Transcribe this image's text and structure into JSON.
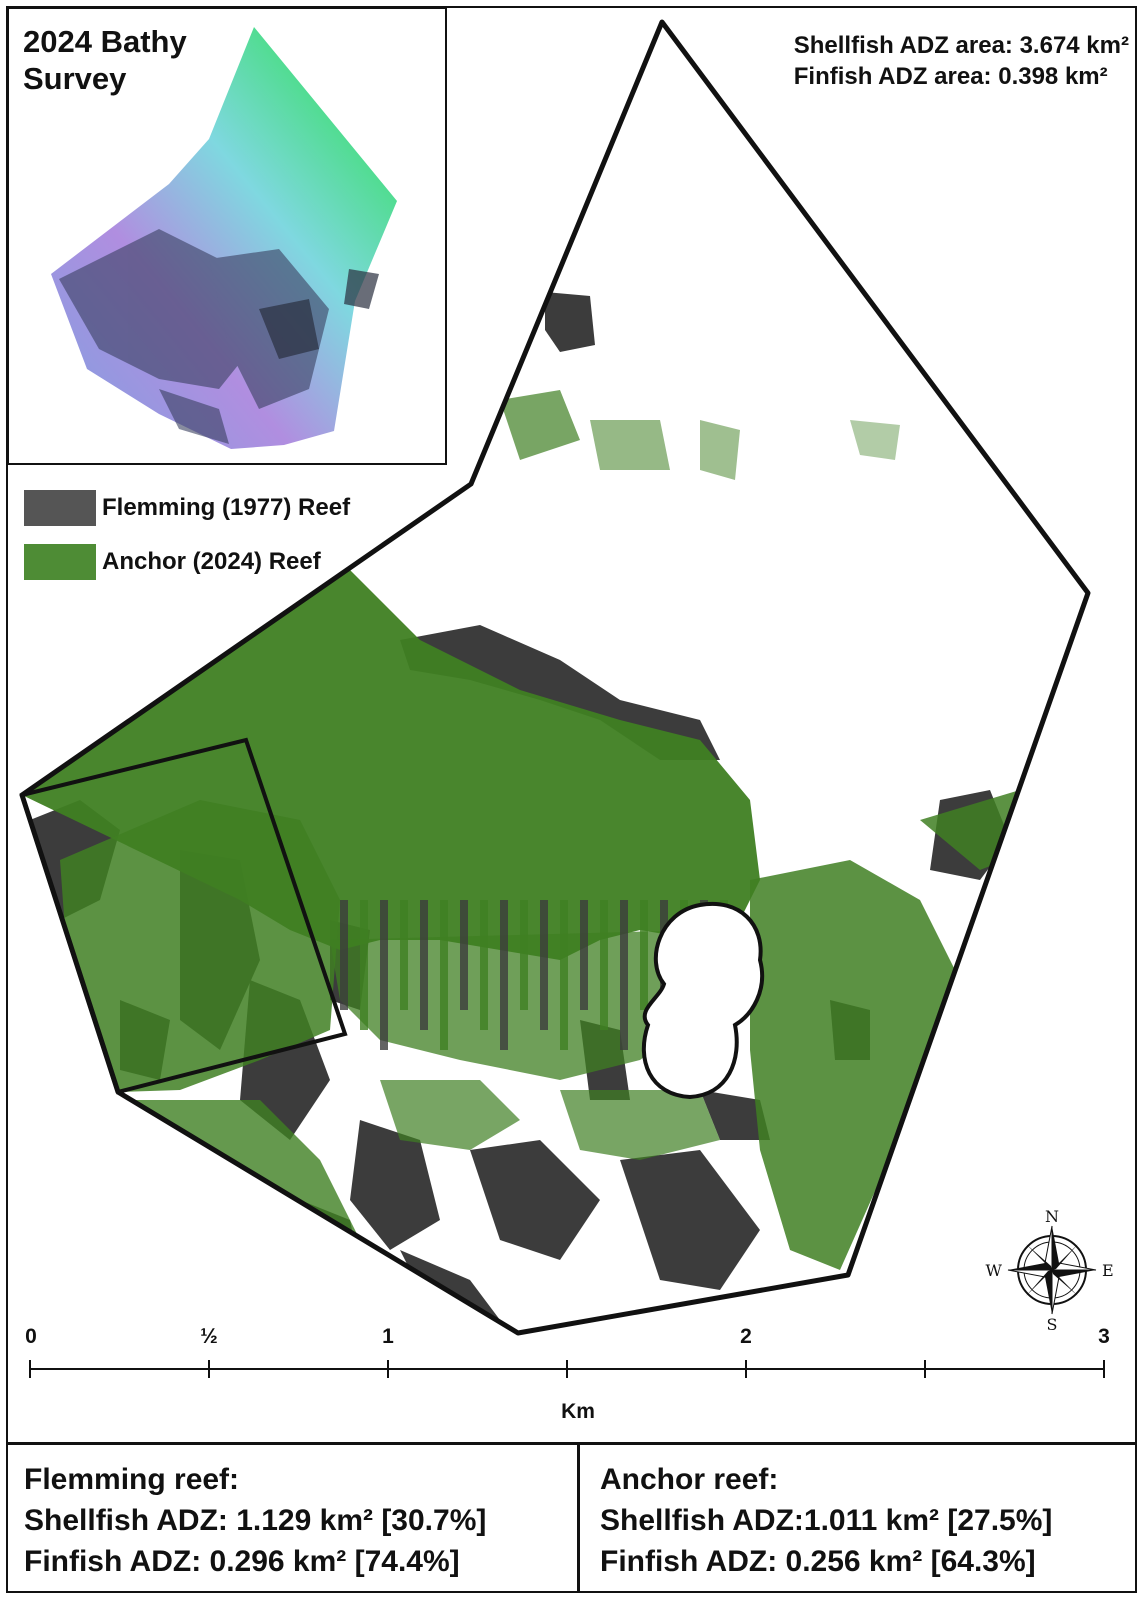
{
  "inset": {
    "title_line1": "2024 Bathy",
    "title_line2": "Survey"
  },
  "area_stats": {
    "shellfish": "Shellfish ADZ area: 3.674 km²",
    "finfish": "Finfish ADZ area: 0.398 km²"
  },
  "legend": [
    {
      "label": "Flemming (1977) Reef",
      "color": "#555555"
    },
    {
      "label": "Anchor (2024) Reef",
      "color": "#4e8c35"
    }
  ],
  "colors": {
    "flemming": "#3c3c3c",
    "anchor": "#3f7f22",
    "boundary": "#111111"
  },
  "scale_bar": {
    "ticks": [
      "0",
      "½",
      "1",
      "2",
      "3"
    ],
    "unit": "Km"
  },
  "compass": {
    "n": "N",
    "s": "S",
    "e": "E",
    "w": "W"
  },
  "summary": {
    "flemming": {
      "title": "Flemming reef:",
      "shellfish": "Shellfish ADZ: 1.129 km² [30.7%]",
      "finfish": "Finfish ADZ: 0.296 km² [74.4%]"
    },
    "anchor": {
      "title": "Anchor reef:",
      "shellfish": "Shellfish ADZ:1.011 km² [27.5%]",
      "finfish": "Finfish ADZ: 0.256 km² [64.3%]"
    }
  }
}
